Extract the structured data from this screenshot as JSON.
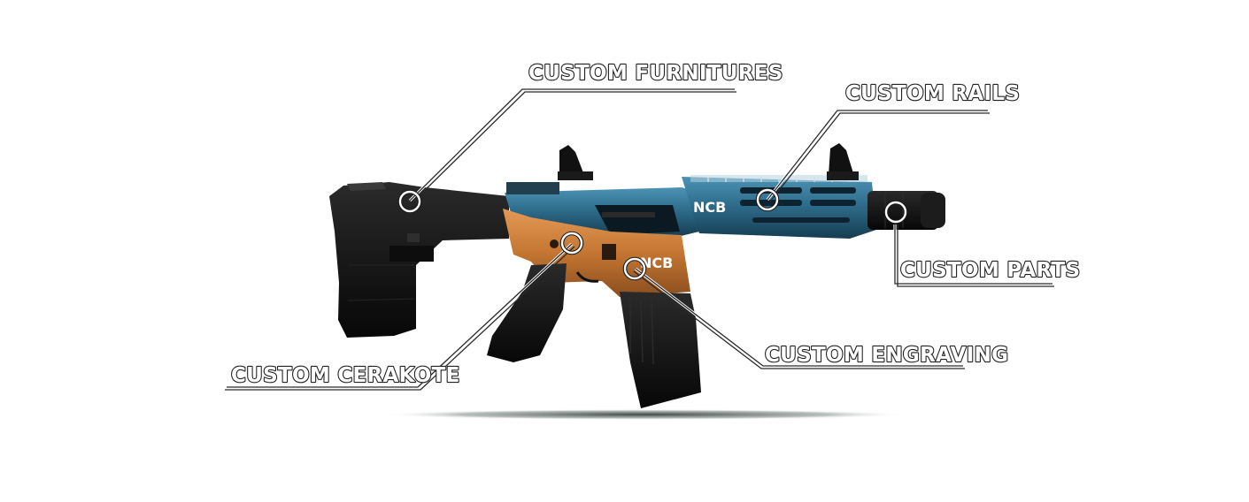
{
  "callouts": {
    "furnitures": "CUSTOM FURNITURES",
    "rails": "CUSTOM RAILS",
    "parts": "CUSTOM PARTS",
    "engraving": "CUSTOM ENGRAVING",
    "cerakote": "CUSTOM CERAKOTE"
  },
  "logo": {
    "mark": "NCB"
  },
  "colors": {
    "handguard_blue": "#2f6f8f",
    "receiver_copper": "#c77a35",
    "furniture_black": "#141414",
    "leader_line": "#2a2a2a"
  },
  "icons": {
    "marker": "ring-marker-icon"
  }
}
